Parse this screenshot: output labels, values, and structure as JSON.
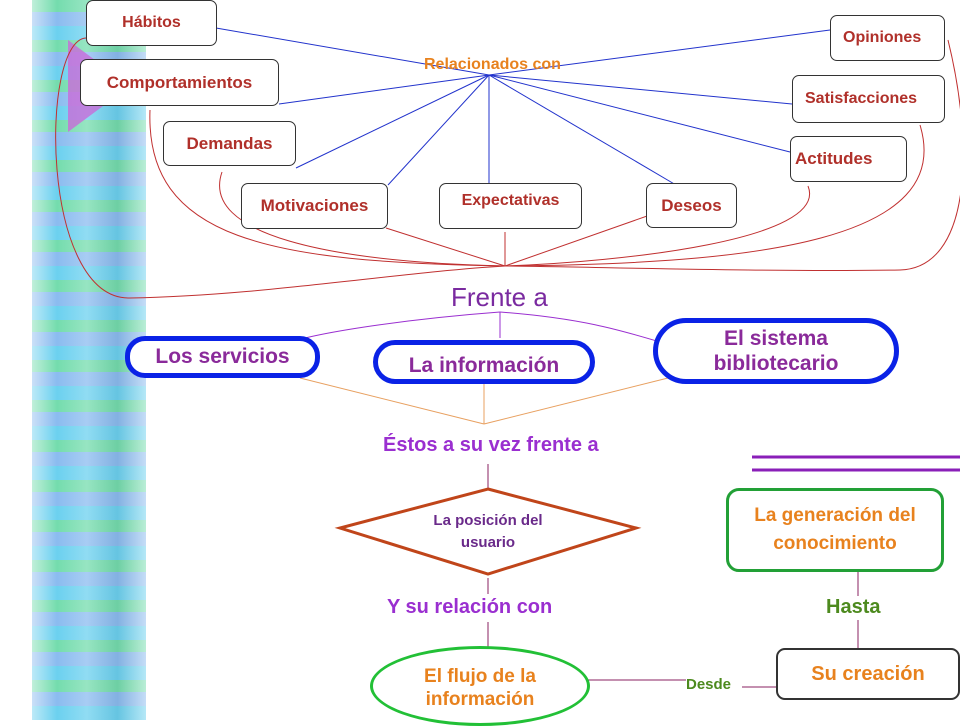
{
  "colors": {
    "box_text": "#b0302a",
    "orange": "#e8821e",
    "purple": "#9a2fd0",
    "blue_border": "#0a22e6",
    "green": "#22a036",
    "olive": "#4d8a1e",
    "diamond_border": "#c0451a",
    "diamond_text": "#6a2a8a",
    "connector_blue": "#2233cc",
    "connector_red": "#c03030"
  },
  "hub_label": "Relacionados con",
  "factors": {
    "habitos": "Hábitos",
    "comportamientos": "Comportamientos",
    "demandas": "Demandas",
    "motivaciones": "Motivaciones",
    "expectativas": "Expectativas",
    "deseos": "Deseos",
    "actitudes": "Actitudes",
    "satisfacciones": "Satisfacciones",
    "opiniones": "Opiniones"
  },
  "frente_a": "Frente a",
  "targets": {
    "servicios": "Los servicios",
    "informacion": "La información",
    "sistema": "El sistema bibliotecario"
  },
  "estos": "Éstos a su vez frente a",
  "posicion": "La posición del usuario",
  "relacion": "Y su relación con",
  "flujo": "El flujo de la información",
  "desde": "Desde",
  "creacion": "Su creación",
  "hasta": "Hasta",
  "generacion": "La generación del conocimiento"
}
